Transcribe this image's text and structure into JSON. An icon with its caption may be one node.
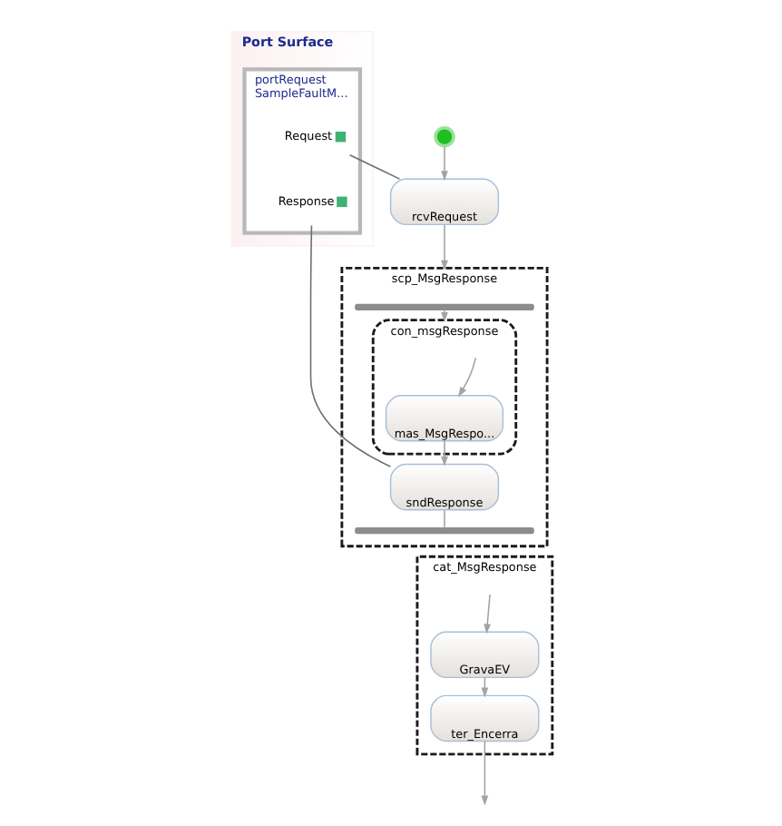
{
  "diagram": {
    "nodes": [
      {
        "text": [
          "Port Surface"
        ]
      },
      {
        "text": [
          "portRequest",
          "SampleFaultM..."
        ],
        "in": 0
      },
      {
        "text": [
          "Request"
        ],
        "in": 1
      },
      {
        "text": [
          "Response"
        ],
        "in": 1
      },
      {
        "text": [],
        "shape": "circle"
      },
      {
        "text": [
          "rcvRequest"
        ]
      },
      {
        "text": [
          "scp_MsgResponse"
        ]
      },
      {
        "text": [],
        "shape": "brace",
        "in": 6
      },
      {
        "text": [
          "con_msgResponse"
        ],
        "in": 6
      },
      {
        "text": [
          "mas_MsgRespo..."
        ],
        "in": 8
      },
      {
        "text": [
          "sndResponse"
        ],
        "in": 6
      },
      {
        "text": [],
        "shape": "brace",
        "in": 6
      },
      {
        "text": [
          "cat_MsgResponse"
        ]
      },
      {
        "text": [
          "GravaEV"
        ],
        "in": 12
      },
      {
        "text": [
          "ter_Encerra"
        ],
        "in": 12
      }
    ],
    "edges": [
      {
        "from": 4,
        "to": 5,
        "arrow": "to"
      },
      {
        "from": 2,
        "to": 5,
        "arrow": "none",
        "color": "#6e6e6e"
      },
      {
        "from": 5,
        "to": 6,
        "arrow": "to"
      },
      {
        "from": 7,
        "to": 8,
        "arrow": "to"
      },
      {
        "from": null,
        "to": 9,
        "arrow": "to"
      },
      {
        "from": 9,
        "to": 10,
        "arrow": "to"
      },
      {
        "from": 3,
        "to": 10,
        "arrow": "none",
        "color": "#6e6e6e"
      },
      {
        "from": 10,
        "to": 11,
        "arrow": "none"
      },
      {
        "from": null,
        "to": 13,
        "arrow": "to"
      },
      {
        "from": 13,
        "to": 14,
        "arrow": "to"
      },
      {
        "from": 14,
        "to": null,
        "arrow": "to"
      }
    ]
  }
}
